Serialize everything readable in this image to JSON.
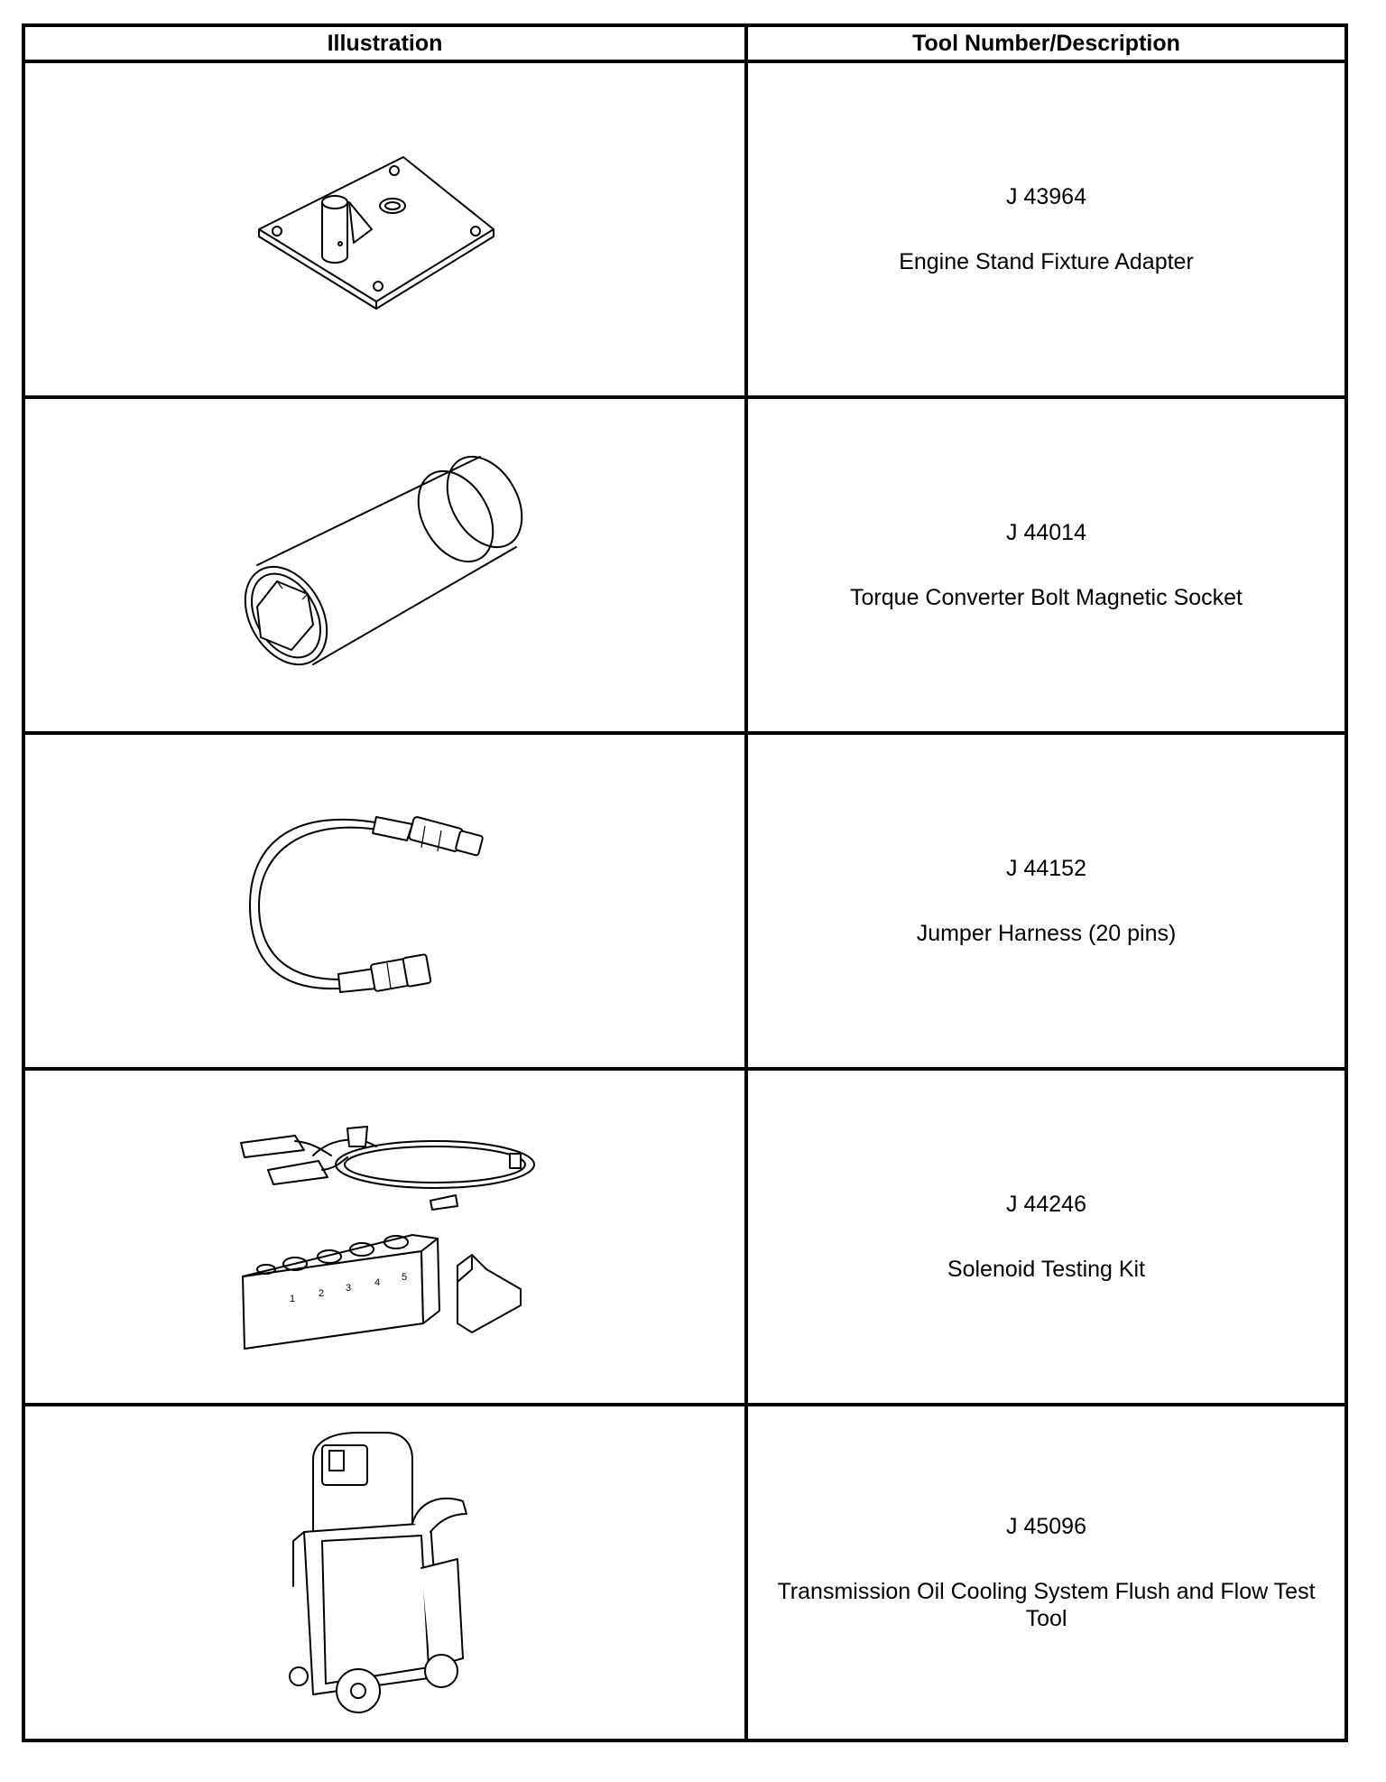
{
  "table": {
    "headers": {
      "illustration": "Illustration",
      "tool": "Tool Number/Description"
    },
    "rows": [
      {
        "illustration_icon": "engine-stand-fixture-adapter",
        "number": "J 43964",
        "description": "Engine Stand Fixture Adapter"
      },
      {
        "illustration_icon": "magnetic-socket",
        "number": "J 44014",
        "description": "Torque Converter Bolt Magnetic Socket"
      },
      {
        "illustration_icon": "jumper-harness",
        "number": "J 44152",
        "description": "Jumper Harness (20 pins)"
      },
      {
        "illustration_icon": "solenoid-testing-kit",
        "number": "J 44246",
        "description": "Solenoid Testing Kit",
        "block_labels": [
          "1",
          "2",
          "3",
          "4",
          "5"
        ]
      },
      {
        "illustration_icon": "flush-flow-test-machine",
        "number": "J 45096",
        "description": "Transmission Oil Cooling System Flush and Flow Test Tool"
      }
    ]
  }
}
